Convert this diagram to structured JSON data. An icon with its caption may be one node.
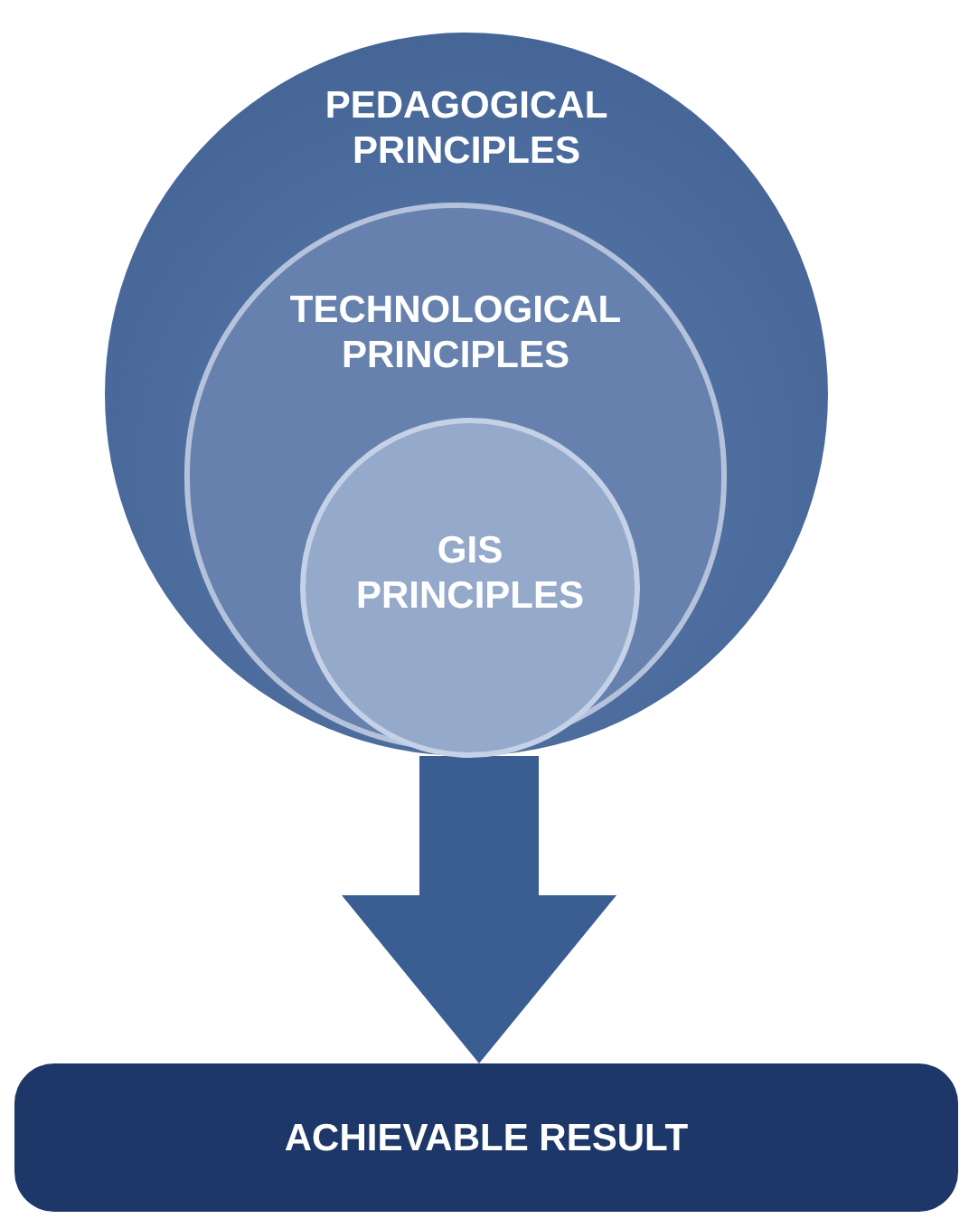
{
  "diagram": {
    "nodes": [
      {
        "text": [
          "PEDAGOGICAL PRINCIPLES"
        ]
      },
      {
        "text": [
          "TECHNOLOGICAL PRINCIPLES"
        ],
        "in": 0
      },
      {
        "text": [
          "GIS PRINCIPLES"
        ],
        "in": 1
      },
      {
        "text": [
          "ACHIEVABLE RESULT"
        ]
      }
    ],
    "edges": [
      {
        "from": 0,
        "to": 3,
        "arrow": "to"
      }
    ]
  }
}
